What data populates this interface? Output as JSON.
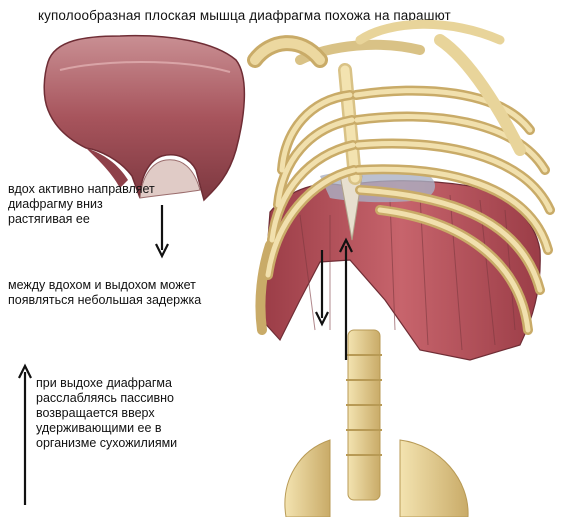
{
  "title": "куполообразная плоская мышца диафрагма похожа на парашют",
  "notes": {
    "inhale": "вдох активно направляет диафрагму вниз растягивая ее",
    "pause": "между вдохом и выдохом может появляться небольшая задержка",
    "exhale": "при выдохе диафрагма расслабляясь пассивно возвращается вверх удерживающими ее в организме сухожилиями"
  },
  "icons": {
    "arrow_down": "arrow-down-icon",
    "arrow_up": "arrow-up-icon"
  },
  "colors": {
    "muscle": "#b5525c",
    "muscle_dark": "#7a2e36",
    "bone": "#e8d49a",
    "bone_shadow": "#b89a55",
    "tendon": "#d9c9c2"
  }
}
